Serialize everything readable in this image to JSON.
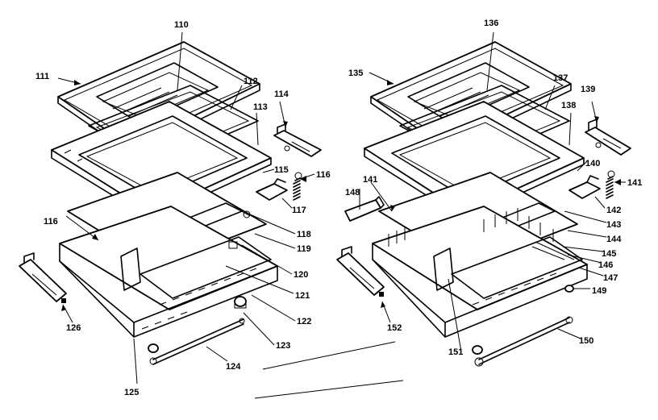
{
  "diagram": {
    "labels": [
      "110",
      "111",
      "112",
      "113",
      "114",
      "115",
      "116",
      "116",
      "117",
      "118",
      "119",
      "120",
      "121",
      "122",
      "123",
      "124",
      "125",
      "126",
      "135",
      "136",
      "137",
      "138",
      "139",
      "140",
      "141",
      "141",
      "142",
      "143",
      "144",
      "145",
      "146",
      "147",
      "148",
      "149",
      "150",
      "151",
      "152"
    ]
  }
}
